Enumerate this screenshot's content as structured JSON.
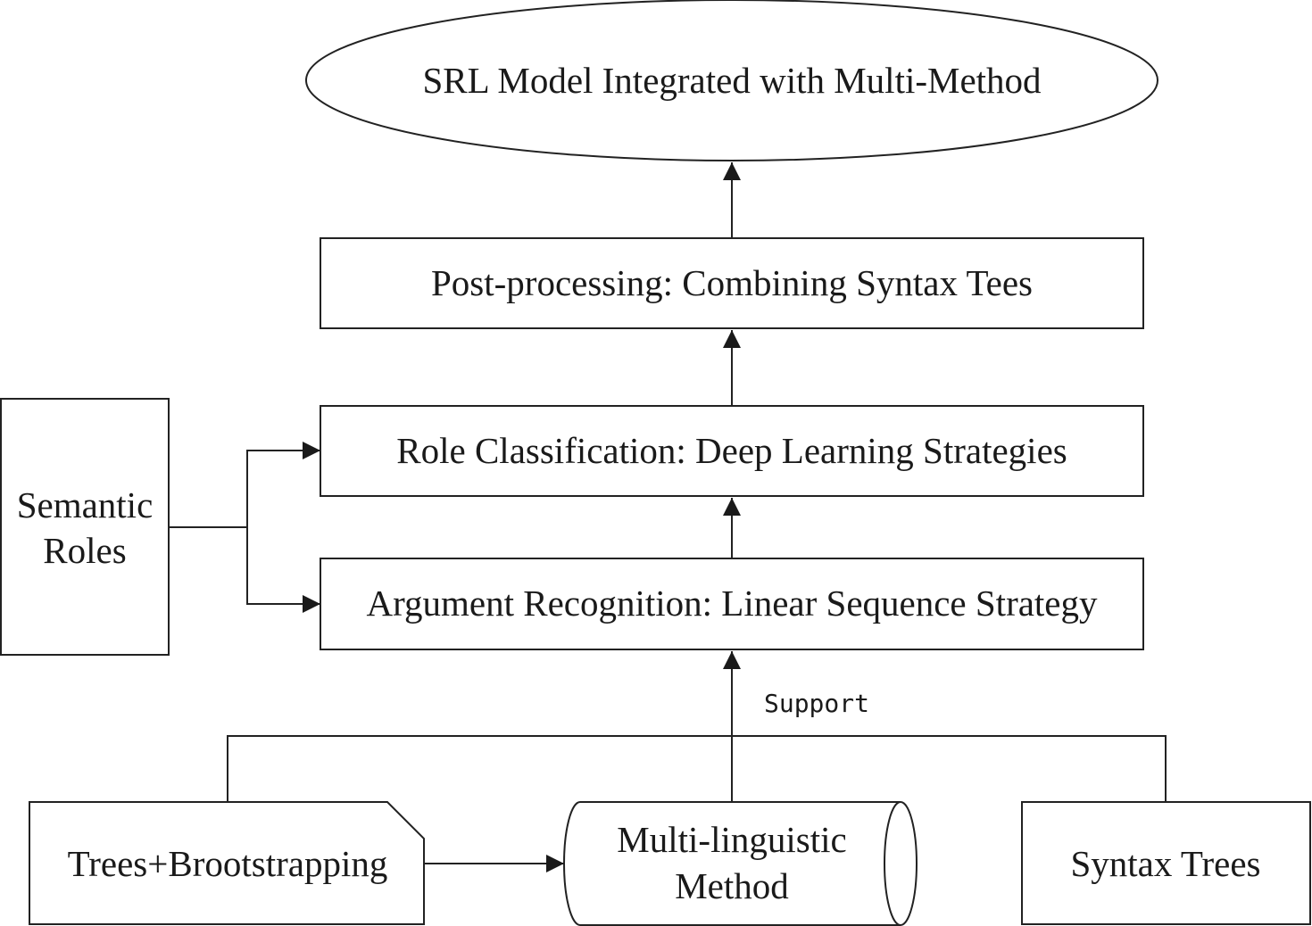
{
  "nodes": {
    "srl_model": "SRL Model Integrated with Multi-Method",
    "post_processing": "Post-processing: Combining Syntax Tees",
    "role_classification": "Role Classification: Deep Learning Strategies",
    "argument_recognition": "Argument Recognition: Linear Sequence Strategy",
    "semantic_roles_line1": "Semantic",
    "semantic_roles_line2": "Roles",
    "trees_bootstrapping": "Trees+Brootstrapping",
    "multi_linguistic_line1": "Multi-linguistic",
    "multi_linguistic_line2": "Method",
    "syntax_trees": "Syntax Trees"
  },
  "edge_labels": {
    "support": "Support"
  }
}
